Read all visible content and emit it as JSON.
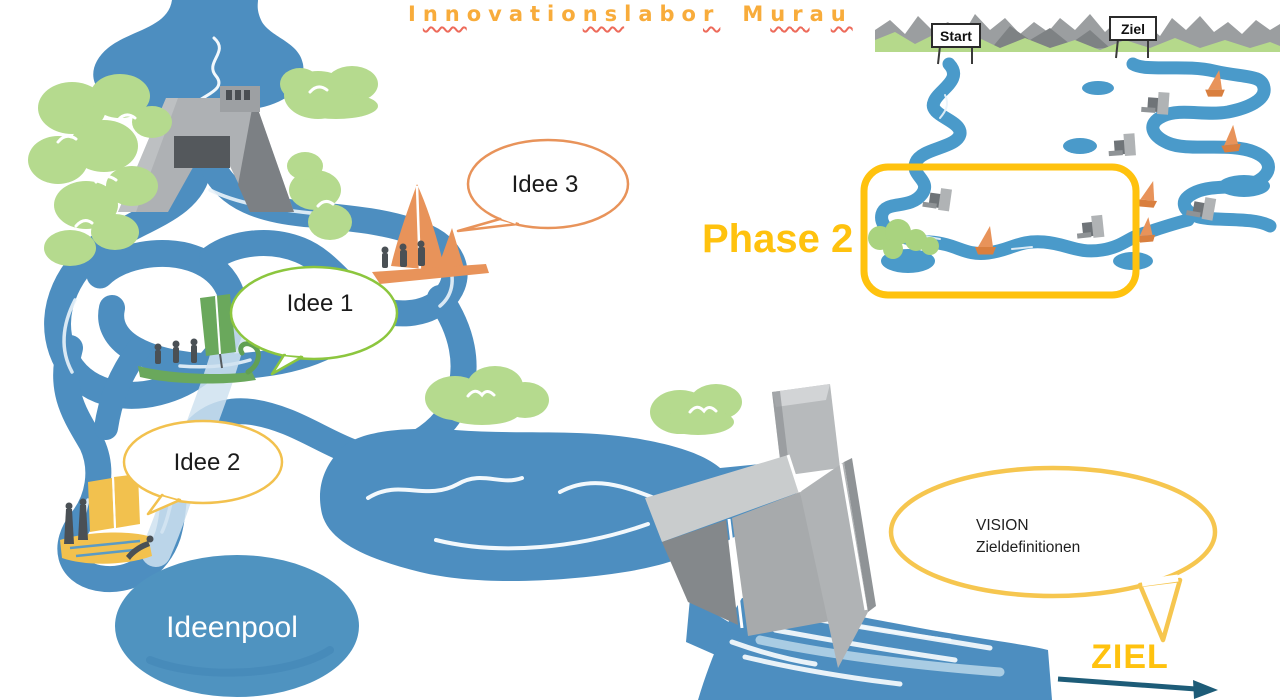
{
  "title": {
    "full_text": "Innovationslabor Murau",
    "color": "#F8AC3B",
    "squiggle_color": "#ED6A5A",
    "segments": [
      {
        "text": "I",
        "wavy": false
      },
      {
        "text": "nn",
        "wavy": true
      },
      {
        "text": "ovatio",
        "wavy": false
      },
      {
        "text": "ns",
        "wavy": true
      },
      {
        "text": "labo",
        "wavy": false
      },
      {
        "text": "r",
        "wavy": true
      },
      {
        "text": " ",
        "wavy": false,
        "gap": true
      },
      {
        "text": "M",
        "wavy": false
      },
      {
        "text": "ur",
        "wavy": true
      },
      {
        "text": "a",
        "wavy": false
      },
      {
        "text": "u",
        "wavy": true
      }
    ]
  },
  "minimap": {
    "start_sign": "Start",
    "ziel_sign": "Ziel",
    "phase_label": "Phase 2",
    "highlight_color": "#FFC20E"
  },
  "bubbles": {
    "idee1": "Idee 1",
    "idee2": "Idee 2",
    "idee3": "Idee 3",
    "vision_title": "VISION",
    "vision_subtitle": "Zieldefinitionen"
  },
  "labels": {
    "ideenpool": "Ideenpool",
    "ziel": "ZIEL"
  },
  "colors": {
    "river": "#4D8EC0",
    "minimap_river": "#4A9ACA",
    "pale_stream": "#CFE2F0",
    "bush_green": "#B5DA8E",
    "boat_orange": "#E8935A",
    "boat_green": "#6AA85C",
    "boat_yellow": "#F2C14E",
    "bubble_green": "#8CC63E",
    "bubble_yellow": "#F2C14E",
    "vision_yellow": "#F6C64F",
    "accent_yellow": "#FFC20E",
    "arrow_teal": "#1D5C78",
    "figure_gray": "#4A5055",
    "dam_gray": "#AEB1B4"
  }
}
